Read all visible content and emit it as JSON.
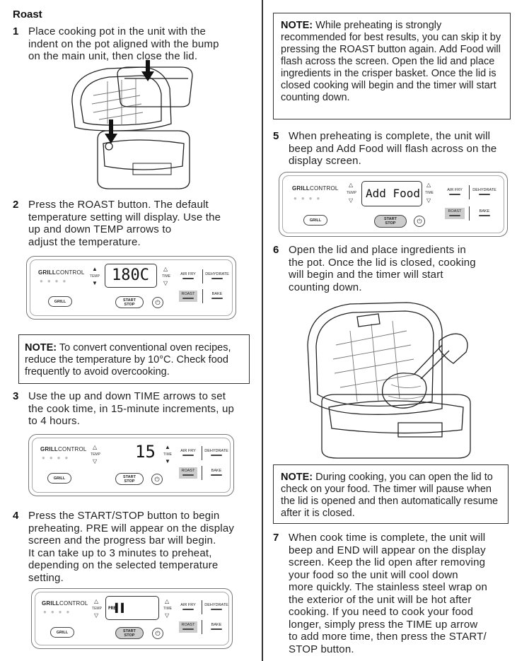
{
  "title": "Roast",
  "steps": [
    {
      "num": "1",
      "text": "Place cooking pot in the unit with the\nindent on the pot aligned with the bump\non the main unit, then close the lid."
    },
    {
      "num": "2",
      "text": "Press the ROAST button. The default\ntemperature setting will display. Use the\nup and down TEMP arrows to\nadjust the temperature."
    },
    {
      "num": "3",
      "text": "Use the up and down TIME arrows to set\nthe cook time, in 15-minute increments, up\nto 4 hours."
    },
    {
      "num": "4",
      "text": "Press the START/STOP button to begin\npreheating. PRE will appear on the display\nscreen and the progress bar will begin.\nIt can take up to 3 minutes to preheat,\ndepending on the selected temperature\nsetting."
    },
    {
      "num": "5",
      "text": "When preheating is complete, the unit will\nbeep and Add Food will flash across on the\ndisplay screen."
    },
    {
      "num": "6",
      "text": "Open the lid and place ingredients in\nthe pot. Once the lid is closed, cooking\nwill begin and the timer will start\ncounting down."
    },
    {
      "num": "7",
      "text": "When cook time is complete, the unit will\nbeep and END will appear on the display\nscreen. Keep the lid open after removing\nyour food so the unit will cool down\nmore quickly. The stainless steel wrap on\nthe exterior of the unit will be hot after\ncooking. If you need to cook your food\nlonger, simply press the TIME up arrow\nto add more time, then press the START/\nSTOP button."
    }
  ],
  "notes": {
    "label": "NOTE:",
    "oven": "To convert conventional oven recipes, reduce the temperature by 10°C. Check food frequently to avoid overcooking.",
    "preheat": "While preheating is strongly recommended for best results, you can skip it by pressing the ROAST button again. Add Food will flash across the screen. Open the lid and place ingredients in the crisper basket. Once the lid is closed cooking will begin and the timer will start counting down.",
    "cooking": "During cooking, you can open the lid to check on your food. The timer will pause when the lid is opened and then automatically resume after it is closed."
  },
  "panel": {
    "brand_bold": "GRILL",
    "brand_light": "CONTROL",
    "temp": "TEMP",
    "time": "TIME",
    "grill": "GRILL",
    "start": "START",
    "stop": "STOP",
    "air_fry": "AIR FRY",
    "dehydrate": "DEHYDRATE",
    "roast": "ROAST",
    "bake": "BAKE",
    "power_icon": "⏻",
    "readouts": {
      "temp": "180C",
      "time": "15",
      "preheat_label": "PRE",
      "preheat_bars": "▌▌",
      "add_food": "Add Food"
    }
  }
}
